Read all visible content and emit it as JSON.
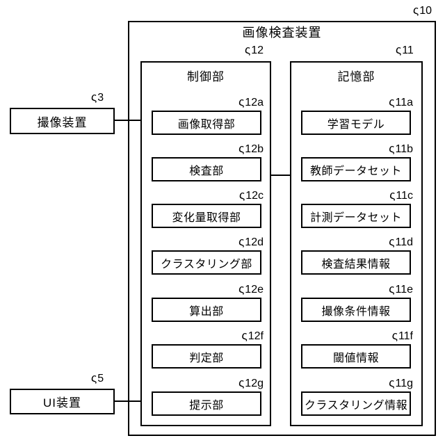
{
  "diagram": {
    "colors": {
      "line": "#000000",
      "background": "#ffffff"
    },
    "outer": {
      "title": "画像検査装置",
      "ref": "10"
    },
    "control": {
      "title": "制御部",
      "ref": "12",
      "items": [
        {
          "label": "画像取得部",
          "ref": "12a"
        },
        {
          "label": "検査部",
          "ref": "12b"
        },
        {
          "label": "変化量取得部",
          "ref": "12c"
        },
        {
          "label": "クラスタリング部",
          "ref": "12d"
        },
        {
          "label": "算出部",
          "ref": "12e"
        },
        {
          "label": "判定部",
          "ref": "12f"
        },
        {
          "label": "提示部",
          "ref": "12g"
        }
      ]
    },
    "storage": {
      "title": "記憶部",
      "ref": "11",
      "items": [
        {
          "label": "学習モデル",
          "ref": "11a"
        },
        {
          "label": "教師データセット",
          "ref": "11b"
        },
        {
          "label": "計測データセット",
          "ref": "11c"
        },
        {
          "label": "検査結果情報",
          "ref": "11d"
        },
        {
          "label": "撮像条件情報",
          "ref": "11e"
        },
        {
          "label": "閾値情報",
          "ref": "11f"
        },
        {
          "label": "クラスタリング情報",
          "ref": "11g"
        }
      ]
    },
    "external": [
      {
        "label": "撮像装置",
        "ref": "3"
      },
      {
        "label": "UI装置",
        "ref": "5"
      }
    ]
  }
}
